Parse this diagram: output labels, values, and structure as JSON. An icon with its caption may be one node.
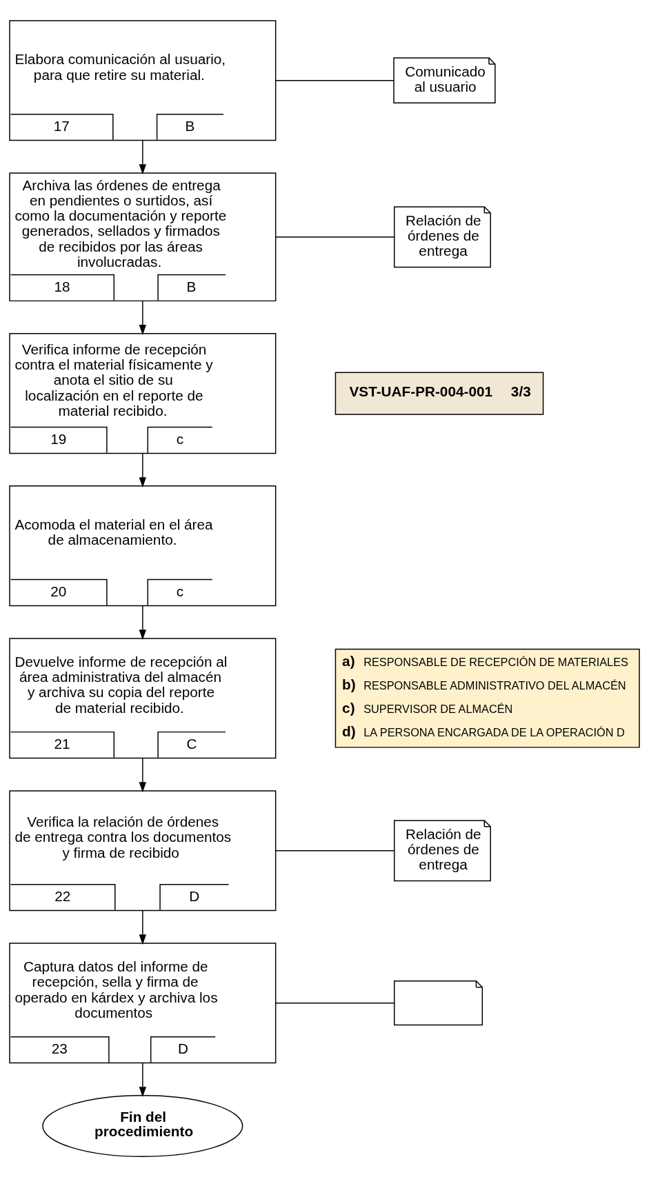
{
  "diagram": {
    "nodes": [
      {
        "text": [
          "Elabora comunicación al usuario, para que retire su material.",
          "17",
          "B"
        ]
      },
      {
        "text": [
          "Comunicado al usuario"
        ]
      },
      {
        "text": [
          "Archiva las órdenes de entrega en pendientes o surtidos, así como la documentación y reporte generados, sellados y firmados de recibidos por las áreas involucradas.",
          "18",
          "B"
        ]
      },
      {
        "text": [
          "Relación de órdenes de entrega"
        ]
      },
      {
        "text": [
          "Verifica informe de recepción contra el material físicamente y anota el sitio de su localización en el reporte de material recibido.",
          "19",
          "c"
        ]
      },
      {
        "text": [
          "Acomoda el material en el área de almacenamiento.",
          "20",
          "c"
        ]
      },
      {
        "text": [
          "Devuelve informe de recepción al área administrativa del almacén y archiva su copia del reporte de material recibido.",
          "21",
          "C"
        ]
      },
      {
        "text": [
          "Verifica la relación de órdenes de entrega contra los documentos y firma de recibido",
          "22",
          "D"
        ]
      },
      {
        "text": [
          "Relación de órdenes de entrega"
        ]
      },
      {
        "text": [
          "Captura datos del informe de recepción, sella y firma de operado en kárdex y archiva los documentos",
          "23",
          "D"
        ]
      },
      {
        "text": [],
        "shape": "document"
      },
      {
        "text": [
          "Fin del procedimiento"
        ]
      }
    ],
    "edges": [
      {
        "from": 0,
        "to": 1,
        "arrow": "none"
      },
      {
        "from": 0,
        "to": 2,
        "arrow": "to"
      },
      {
        "from": 2,
        "to": 3,
        "arrow": "none"
      },
      {
        "from": 2,
        "to": 4,
        "arrow": "to"
      },
      {
        "from": 4,
        "to": 5,
        "arrow": "to"
      },
      {
        "from": 5,
        "to": 6,
        "arrow": "to"
      },
      {
        "from": 6,
        "to": 7,
        "arrow": "to"
      },
      {
        "from": 7,
        "to": 8,
        "arrow": "none"
      },
      {
        "from": 7,
        "to": 9,
        "arrow": "to"
      },
      {
        "from": 9,
        "to": 10,
        "arrow": "none"
      },
      {
        "from": 9,
        "to": 11,
        "arrow": "to"
      }
    ],
    "labels": [
      "VST-UAF-PR-004-001",
      "3/3",
      "a)",
      "RESPONSABLE DE RECEPCIÓN DE MATERIALES",
      "b)",
      "RESPONSABLE ADMINISTRATIVO DEL ALMACÉN",
      "c)",
      "SUPERVISOR DE ALMACÉN",
      "d)",
      "LA PERSONA ENCARGADA DE LA OPERACIÓN D"
    ]
  }
}
